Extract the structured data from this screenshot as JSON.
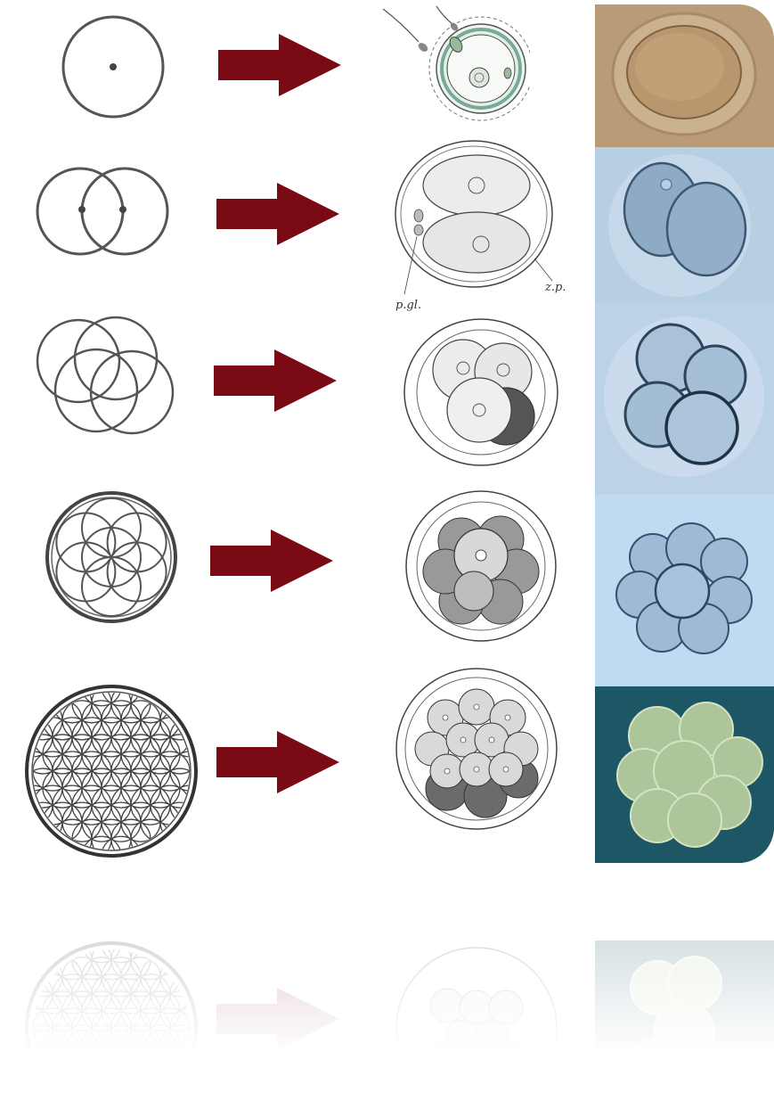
{
  "stages": [
    {
      "id": "stage-1-cell",
      "cells": 1
    },
    {
      "id": "stage-2-cell",
      "cells": 2
    },
    {
      "id": "stage-4-cell",
      "cells": 4
    },
    {
      "id": "stage-8-cell",
      "cells": 8
    },
    {
      "id": "stage-16-cell",
      "cells": 16
    }
  ],
  "labels": {
    "polar_body": "p.gl.",
    "zona_pellucida": "z.p."
  },
  "colors": {
    "arrow": "#7a0a14",
    "line": "#444444",
    "photo_1": "#b59a78",
    "photo_2": "#9fbdd6",
    "photo_3": "#a9c6de",
    "photo_4": "#b3d2ea",
    "photo_5": "#1f5a66"
  }
}
